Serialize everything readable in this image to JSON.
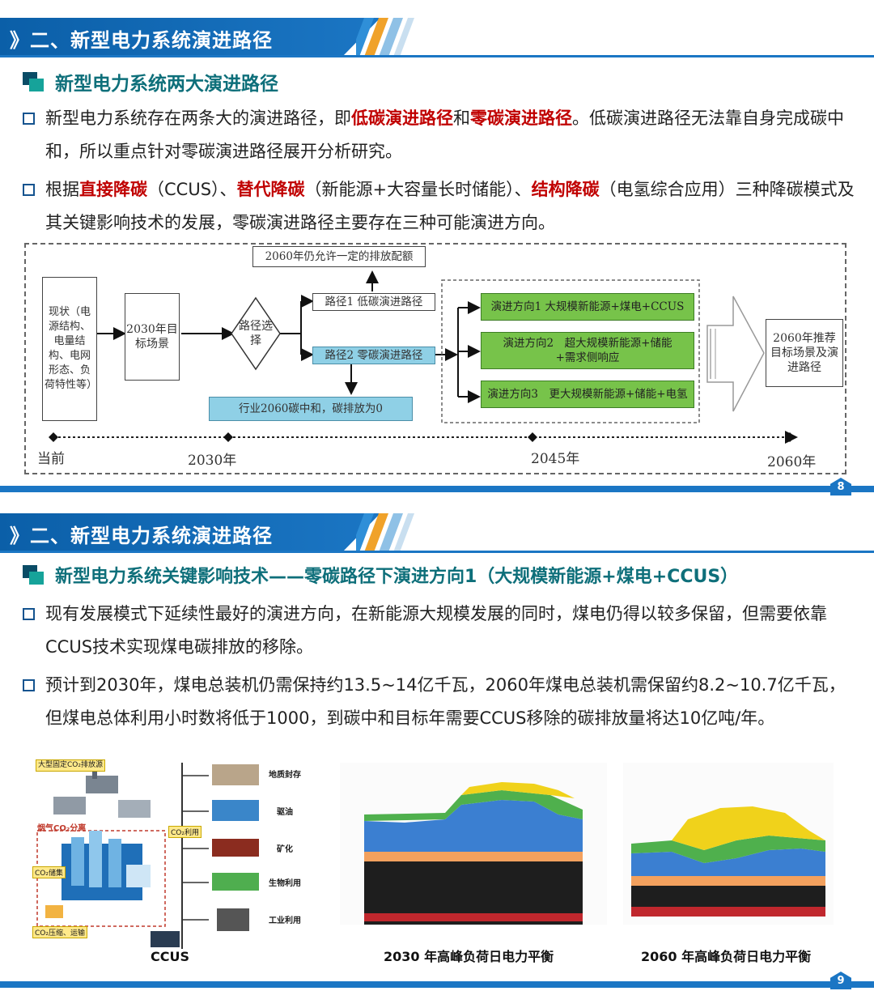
{
  "slide1": {
    "banner_title": "》二、新型电力系统演进路径",
    "subhead": "新型电力系统两大演进路径",
    "bullet1": {
      "p1": "新型电力系统存在两条大的演进路径，即",
      "r1": "低碳演进路径",
      "p2": "和",
      "r2": "零碳演进路径",
      "p3": "。低碳演进路径无法靠自身完成碳中和，所以重点针对零碳演进路径展开分析研究。"
    },
    "bullet2": {
      "p1": "根据",
      "r1": "直接降碳",
      "p2": "（CCUS）、",
      "r2": "替代降碳",
      "p3": "（新能源+大容量长时储能）、",
      "r3": "结构降碳",
      "p4": "（电氢综合应用）三种降碳模式及其关键影响技术的发展，零碳演进路径主要存在三种可能演进方向。"
    },
    "diagram": {
      "current_state": "现状（电源结构、电量结构、电网形态、负荷特性等）",
      "target_2030": "2030年目标场景",
      "choice": "路径选择",
      "quota_note": "2060年仍允许一定的排放配额",
      "path1": "路径1 低碳演进路径",
      "path2": "路径2 零碳演进路径",
      "industry_note": "行业2060碳中和，碳排放为0",
      "dir1": "演进方向1 大规模新能源+煤电+CCUS",
      "dir2": "演进方向2　超大规模新能源+储能+需求侧响应",
      "dir3": "演进方向3　更大规模新能源+储能+电氢",
      "final": "2060年推荐目标场景及演进路径",
      "timeline": [
        "当前",
        "2030年",
        "2045年",
        "2060年"
      ]
    },
    "page": "8"
  },
  "slide2": {
    "banner_title": "》二、新型电力系统演进路径",
    "subhead": "新型电力系统关键影响技术——零碳路径下演进方向1（大规模新能源+煤电+CCUS）",
    "bullet1": "现有发展模式下延续性最好的演进方向，在新能源大规模发展的同时，煤电仍得以较多保留，但需要依靠CCUS技术实现煤电碳排放的移除。",
    "bullet2": "预计到2030年，煤电总装机仍需保持约13.5~14亿千瓦，2060年煤电总装机需保留约8.2~10.7亿千瓦，但煤电总体利用小时数将低于1000，到碳中和目标年需要CCUS移除的碳排放量将达10亿吨/年。",
    "ccus_fig": {
      "label_source": "大型固定CO₂排放源",
      "label_capture": "烟气CO₂分离",
      "label_use": "CO₂利用",
      "label_store": "CO₂储集",
      "label_transport": "CO₂压缩、运输",
      "uses": [
        "地质封存",
        "驱油",
        "矿化",
        "生物利用",
        "工业利用"
      ],
      "caption": "CCUS"
    },
    "chart1_caption": "2030 年高峰负荷日电力平衡",
    "chart2_caption": "2060 年高峰负荷日电力平衡",
    "page": "9"
  },
  "colors": {
    "banner_blue": "#1b76c4",
    "accent_red": "#c00000",
    "subhead_teal": "#0e6f7a",
    "box_green": "#77c34a",
    "box_blue": "#8fd0e6"
  }
}
